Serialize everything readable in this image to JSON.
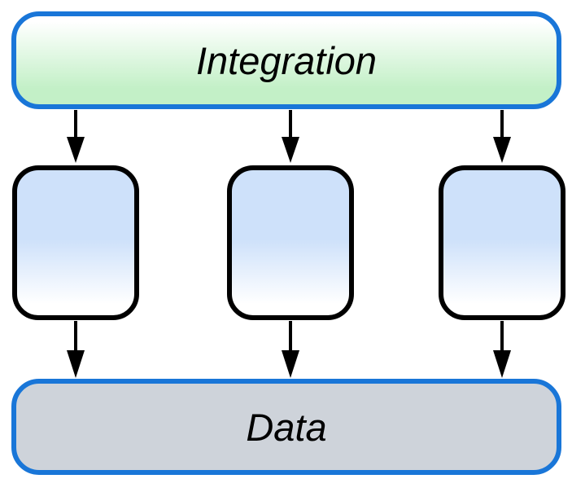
{
  "colors": {
    "blue-border": "#1976d8",
    "green-fill": "#c3f0c7",
    "blue-fill": "#cee1fa",
    "gray-fill": "#ced3da",
    "line-black": "#000000"
  },
  "diagram": {
    "top_node": {
      "label": "Integration"
    },
    "middle_nodes": [
      {
        "label": ""
      },
      {
        "label": ""
      },
      {
        "label": ""
      }
    ],
    "bottom_node": {
      "label": "Data"
    },
    "connections": [
      {
        "from": "integration",
        "to": "middle-1"
      },
      {
        "from": "integration",
        "to": "middle-2"
      },
      {
        "from": "integration",
        "to": "middle-3"
      },
      {
        "from": "middle-1",
        "to": "data"
      },
      {
        "from": "middle-2",
        "to": "data"
      },
      {
        "from": "middle-3",
        "to": "data"
      }
    ]
  }
}
